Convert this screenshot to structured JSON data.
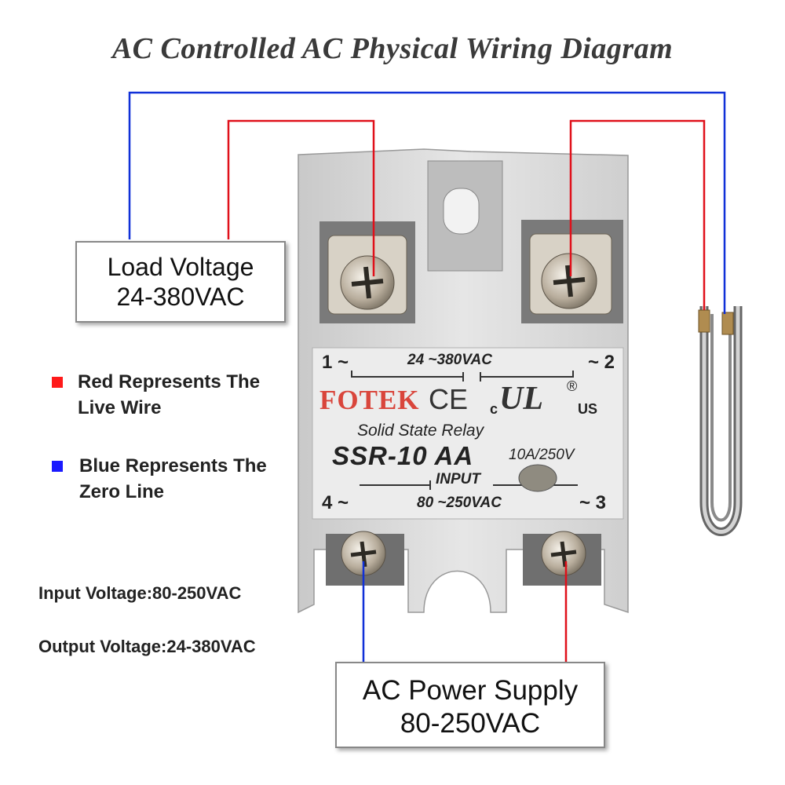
{
  "title": "AC Controlled AC Physical Wiring Diagram",
  "load_box": {
    "line1": "Load Voltage",
    "line2": "24-380VAC"
  },
  "supply_box": {
    "line1": "AC Power Supply",
    "line2": "80-250VAC"
  },
  "legend": {
    "red": {
      "line1": "Red Represents The",
      "line2": "Live Wire",
      "color": "#ff1a1a"
    },
    "blue": {
      "line1": "Blue Represents The",
      "line2": "Zero Line",
      "color": "#1a1aff"
    }
  },
  "specs": {
    "input": "Input Voltage:80-250VAC",
    "output": "Output Voltage:24-380VAC"
  },
  "relay": {
    "terminal_1": "1 ~",
    "terminal_2": "~ 2",
    "terminal_3": "~ 3",
    "terminal_4": "4 ~",
    "output_range": "24 ~380VAC",
    "input_range": "80 ~250VAC",
    "brand": "FOTEK",
    "ce": "CE",
    "ul": "UL",
    "ul_c": "c",
    "ul_us": "US",
    "ul_registered": "®",
    "subtitle": "Solid State Relay",
    "model": "SSR-10 AA",
    "rating": "10A/250V",
    "input_label": "INPUT"
  },
  "colors": {
    "live": "#e0101a",
    "zero": "#1030d8",
    "relay_body": "#dcdcdc"
  }
}
